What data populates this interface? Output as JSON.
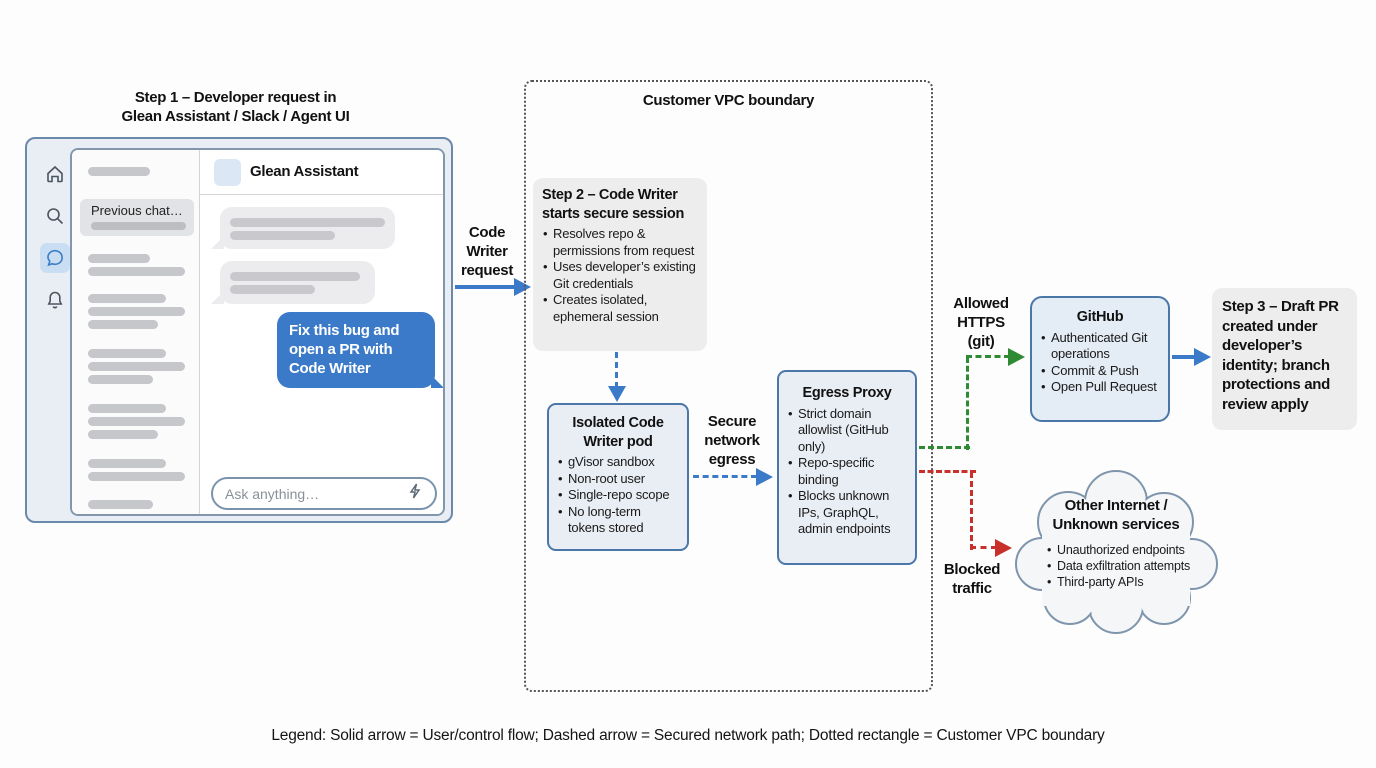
{
  "step1": {
    "title_line1": "Step 1 – Developer request in",
    "title_line2": "Glean Assistant / Slack / Agent UI"
  },
  "chat_ui": {
    "previous_chat_label": "Previous chat…",
    "assistant_name": "Glean Assistant",
    "user_message": "Fix this bug and open a PR with Code Writer",
    "input_placeholder": "Ask anything…"
  },
  "vpc": {
    "title": "Customer VPC boundary"
  },
  "arrow_labels": {
    "code_writer_request": [
      "Code",
      "Writer",
      "request"
    ],
    "secure_network_egress": [
      "Secure",
      "network",
      "egress"
    ],
    "allowed_https": [
      "Allowed",
      "HTTPS",
      "(git)"
    ],
    "blocked_traffic": [
      "Blocked",
      "traffic"
    ]
  },
  "step2": {
    "title": "Step 2 – Code Writer starts secure session",
    "bullets": [
      "Resolves repo & permissions from request",
      "Uses developer’s existing Git credentials",
      "Creates isolated, ephemeral session"
    ]
  },
  "pod": {
    "title": "Isolated Code Writer pod",
    "bullets": [
      "gVisor sandbox",
      "Non-root user",
      "Single-repo scope",
      "No long-term tokens stored"
    ]
  },
  "proxy": {
    "title": "Egress Proxy",
    "bullets": [
      "Strict domain allowlist (GitHub only)",
      "Repo-specific binding",
      "Blocks unknown IPs, GraphQL, admin endpoints"
    ]
  },
  "github": {
    "title": "GitHub",
    "bullets": [
      "Authenticated Git operations",
      "Commit & Push",
      "Open Pull Request"
    ]
  },
  "step3": {
    "text": "Step 3 – Draft PR created under developer’s identity; branch protections and review apply"
  },
  "cloud": {
    "title_line1": "Other Internet /",
    "title_line2": "Unknown services",
    "bullets": [
      "Unauthorized endpoints",
      "Data exfiltration attempts",
      "Third-party APIs"
    ]
  },
  "legend": {
    "text": "Legend: Solid arrow = User/control flow; Dashed arrow = Secured network path; Dotted rectangle = Customer VPC boundary"
  },
  "colors": {
    "flow_blue": "#3b7ac8",
    "allowed_green": "#2e8b33",
    "blocked_red": "#c9302c",
    "boundary_gray": "#555555"
  }
}
